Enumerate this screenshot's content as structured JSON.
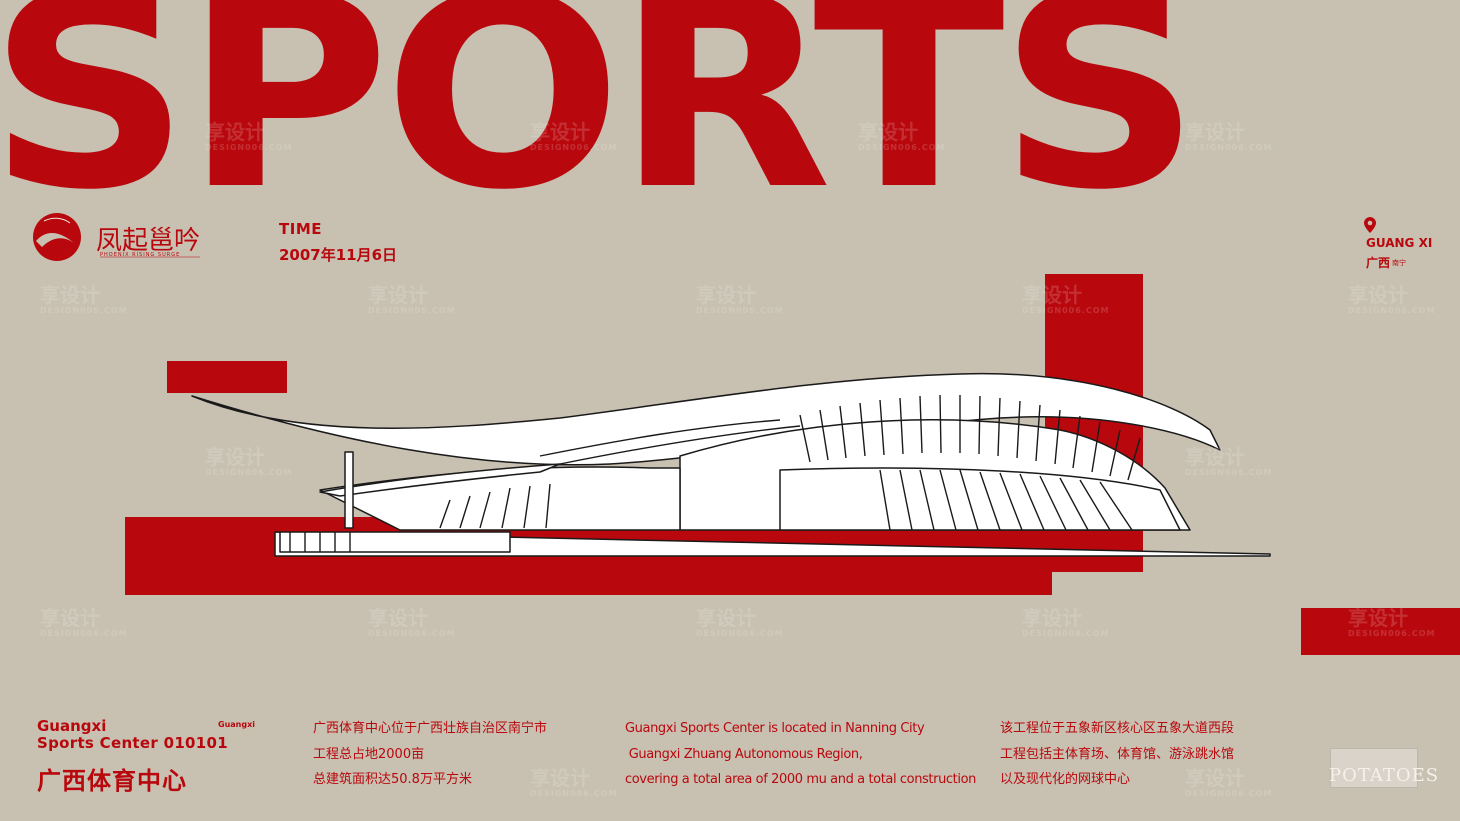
{
  "headline": "SPORTS",
  "logo": {
    "title": "凤起邕吟",
    "subtitle": "PHOENIX RISING SURGE"
  },
  "time": {
    "label": "TIME",
    "value": "2007年11月6日"
  },
  "location": {
    "en": "GUANG XI",
    "cn": "广西",
    "cn_sub": "南宁"
  },
  "title": {
    "en_line1": "Guangxi",
    "en_small": "Guangxi",
    "en_line2": "Sports Center 010101",
    "cn": "广西体育中心"
  },
  "description_cn_1": [
    "广西体育中心位于广西壮族自治区南宁市",
    "工程总占地2000亩",
    "总建筑面积达50.8万平方米"
  ],
  "description_en": [
    "Guangxi Sports Center is located in Nanning City",
    " Guangxi Zhuang Autonomous Region,",
    "covering a total area of 2000 mu and a total construction"
  ],
  "description_cn_2": [
    "该工程位于五象新区核心区五象大道西段",
    "工程包括主体育场、体育馆、游泳跳水馆",
    "以及现代化的网球中心"
  ],
  "badge": "POTATOES",
  "watermark": {
    "cn": "享设计",
    "en": "DESIGN006.COM"
  },
  "colors": {
    "accent": "#b8080d",
    "background": "#c8c0b1"
  }
}
